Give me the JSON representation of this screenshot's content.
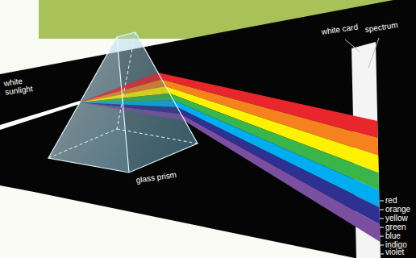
{
  "diagram": {
    "labels": [
      "white sunlight",
      "glass prism",
      "white card",
      "spectrum",
      "red",
      "orange",
      "yellow",
      "green",
      "blue",
      "indigo",
      "violet"
    ]
  }
}
